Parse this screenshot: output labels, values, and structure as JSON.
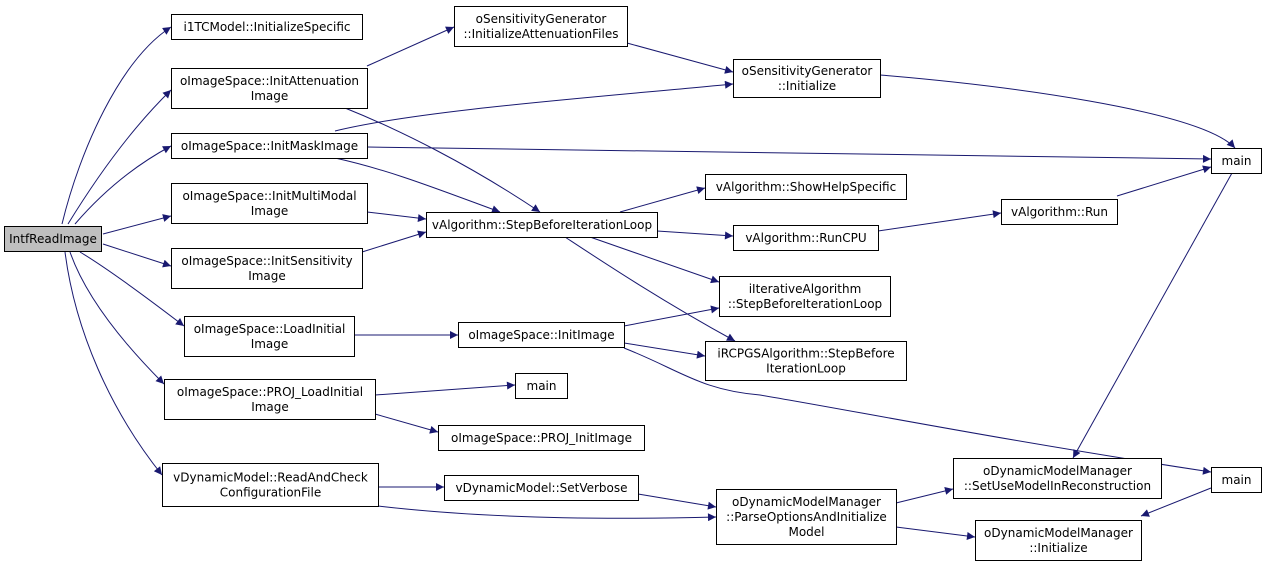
{
  "colors": {
    "edge": "#191970",
    "root_fill": "#bfbfbf",
    "node_fill": "#ffffff",
    "node_stroke": "#000000"
  },
  "nodes": [
    {
      "id": "root",
      "lines": [
        "IntfReadImage"
      ]
    },
    {
      "id": "i1tc",
      "lines": [
        "i1TCModel::InitializeSpecific"
      ]
    },
    {
      "id": "initatt",
      "lines": [
        "oImageSpace::InitAttenuation",
        "Image"
      ]
    },
    {
      "id": "initmask",
      "lines": [
        "oImageSpace::InitMaskImage"
      ]
    },
    {
      "id": "initmulti",
      "lines": [
        "oImageSpace::InitMultiModal",
        "Image"
      ]
    },
    {
      "id": "initsens",
      "lines": [
        "oImageSpace::InitSensitivity",
        "Image"
      ]
    },
    {
      "id": "loadinit",
      "lines": [
        "oImageSpace::LoadInitial",
        "Image"
      ]
    },
    {
      "id": "projload",
      "lines": [
        "oImageSpace::PROJ_LoadInitial",
        "Image"
      ]
    },
    {
      "id": "readcheck",
      "lines": [
        "vDynamicModel::ReadAndCheck",
        "ConfigurationFile"
      ]
    },
    {
      "id": "sensattfiles",
      "lines": [
        "oSensitivityGenerator",
        "::InitializeAttenuationFiles"
      ]
    },
    {
      "id": "sensinit",
      "lines": [
        "oSensitivityGenerator",
        "::Initialize"
      ]
    },
    {
      "id": "stepbefore",
      "lines": [
        "vAlgorithm::StepBeforeIterationLoop"
      ]
    },
    {
      "id": "initimage",
      "lines": [
        "oImageSpace::InitImage"
      ]
    },
    {
      "id": "main_mid",
      "lines": [
        "main"
      ]
    },
    {
      "id": "projinitimage",
      "lines": [
        "oImageSpace::PROJ_InitImage"
      ]
    },
    {
      "id": "setverbose",
      "lines": [
        "vDynamicModel::SetVerbose"
      ]
    },
    {
      "id": "showhelp",
      "lines": [
        "vAlgorithm::ShowHelpSpecific"
      ]
    },
    {
      "id": "runcpu",
      "lines": [
        "vAlgorithm::RunCPU"
      ]
    },
    {
      "id": "iterstep",
      "lines": [
        "iIterativeAlgorithm",
        "::StepBeforeIterationLoop"
      ]
    },
    {
      "id": "rcpgs",
      "lines": [
        "iRCPGSAlgorithm::StepBefore",
        "IterationLoop"
      ]
    },
    {
      "id": "parseopts",
      "lines": [
        "oDynamicModelManager",
        "::ParseOptionsAndInitialize",
        "Model"
      ]
    },
    {
      "id": "run",
      "lines": [
        "vAlgorithm::Run"
      ]
    },
    {
      "id": "setuse",
      "lines": [
        "oDynamicModelManager",
        "::SetUseModelInReconstruction"
      ]
    },
    {
      "id": "dmminit",
      "lines": [
        "oDynamicModelManager",
        "::Initialize"
      ]
    },
    {
      "id": "main_top",
      "lines": [
        "main"
      ]
    },
    {
      "id": "main_bot",
      "lines": [
        "main"
      ]
    }
  ]
}
